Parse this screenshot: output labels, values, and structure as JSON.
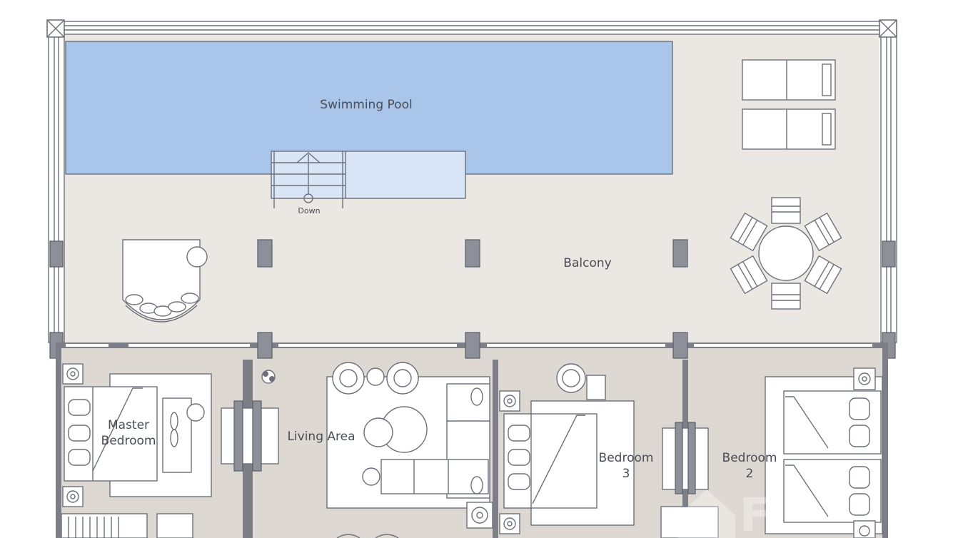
{
  "floor_plan": {
    "labels": {
      "pool": "Swimming Pool",
      "stairs": "Down",
      "balcony": "Balcony",
      "master_line1": "Master",
      "master_line2": "Bedroom",
      "living": "Living Area",
      "bedroom3_line1": "Bedroom",
      "bedroom3_line2": "3",
      "bedroom2_line1": "Bedroom",
      "bedroom2_line2": "2"
    },
    "watermark_text": "F",
    "colors": {
      "pool_water": "#a9c6ea",
      "pool_steps": "#d8e5f6",
      "deck": "#ebe7e3",
      "interior_floor": "#ddd8d1",
      "furniture": "#ffffff",
      "wall": "#7c7f87"
    }
  }
}
